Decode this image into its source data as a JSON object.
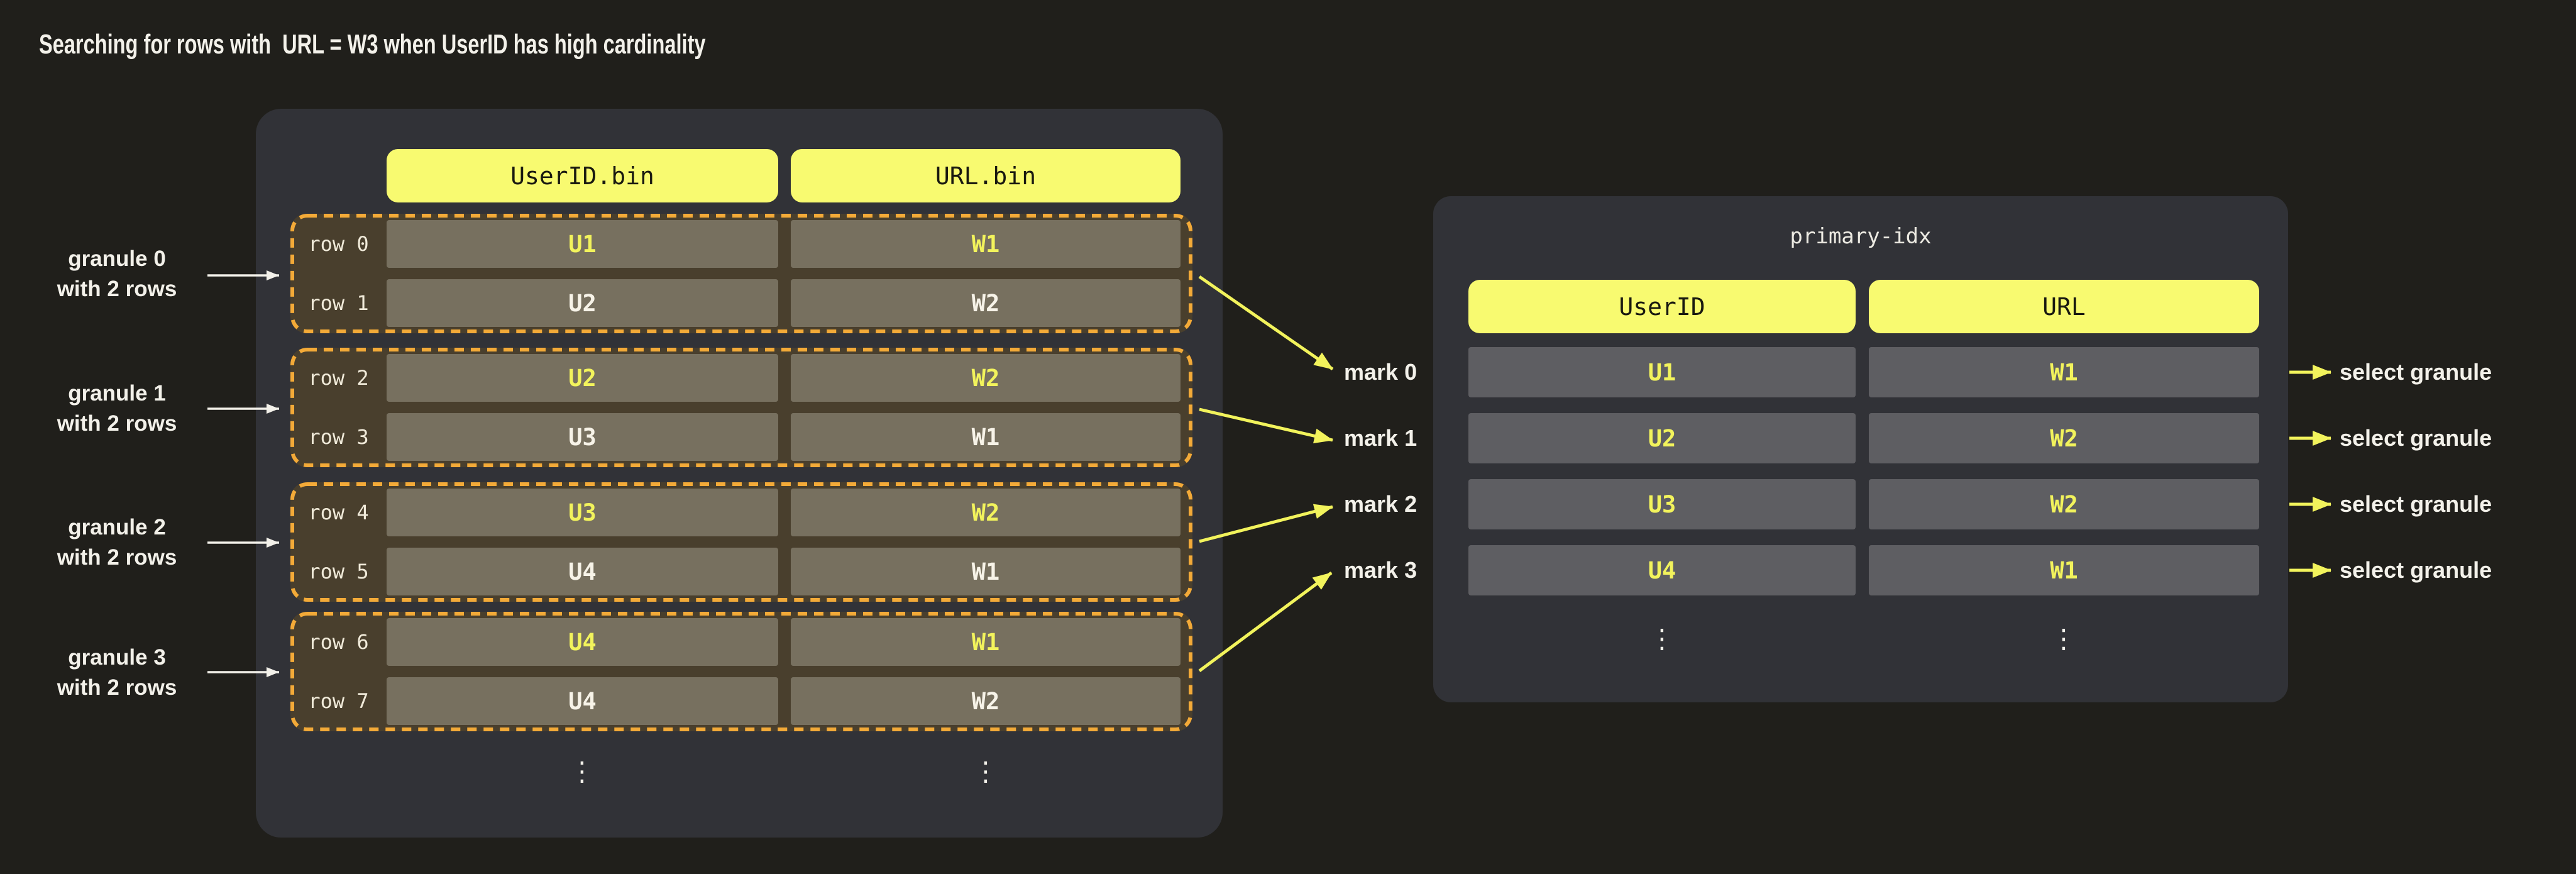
{
  "title": "Searching for rows with  URL = W3 when UserID has high cardinality",
  "colors": {
    "page_bg": "#201f1b",
    "panel_bg": "#313237",
    "header_yellow": "#f8fa70",
    "granule_fill": "#493f2d",
    "cell_fill": "#77705f",
    "idx_cell_fill": "#5e5e62",
    "dash_orange": "#f3aa38",
    "accent_yellow": "#f2f35c",
    "text_primary": "#f3f1ea",
    "text_warm": "#f7f3e8",
    "text_black": "#191910"
  },
  "granule_labels": [
    {
      "line1": "granule 0",
      "line2": "with 2 rows"
    },
    {
      "line1": "granule 1",
      "line2": "with 2 rows"
    },
    {
      "line1": "granule 2",
      "line2": "with 2 rows"
    },
    {
      "line1": "granule 3",
      "line2": "with 2 rows"
    }
  ],
  "bin_table": {
    "columns": [
      "UserID.bin",
      "URL.bin"
    ],
    "rows": [
      {
        "label": "row 0",
        "user_id": "U1",
        "url": "W1",
        "highlight": true
      },
      {
        "label": "row 1",
        "user_id": "U2",
        "url": "W2",
        "highlight": false
      },
      {
        "label": "row 2",
        "user_id": "U2",
        "url": "W2",
        "highlight": true
      },
      {
        "label": "row 3",
        "user_id": "U3",
        "url": "W1",
        "highlight": false
      },
      {
        "label": "row 4",
        "user_id": "U3",
        "url": "W2",
        "highlight": true
      },
      {
        "label": "row 5",
        "user_id": "U4",
        "url": "W1",
        "highlight": false
      },
      {
        "label": "row 6",
        "user_id": "U4",
        "url": "W1",
        "highlight": true
      },
      {
        "label": "row 7",
        "user_id": "U4",
        "url": "W2",
        "highlight": false
      }
    ],
    "ellipsis": "⋮"
  },
  "marks": [
    "mark 0",
    "mark 1",
    "mark 2",
    "mark 3"
  ],
  "primary_index": {
    "title": "primary-idx",
    "columns": [
      "UserID",
      "URL"
    ],
    "rows": [
      {
        "user_id": "U1",
        "url": "W1"
      },
      {
        "user_id": "U2",
        "url": "W2"
      },
      {
        "user_id": "U3",
        "url": "W2"
      },
      {
        "user_id": "U4",
        "url": "W1"
      }
    ],
    "ellipsis": "⋮"
  },
  "select_labels": [
    "select granule",
    "select granule",
    "select granule",
    "select granule"
  ]
}
